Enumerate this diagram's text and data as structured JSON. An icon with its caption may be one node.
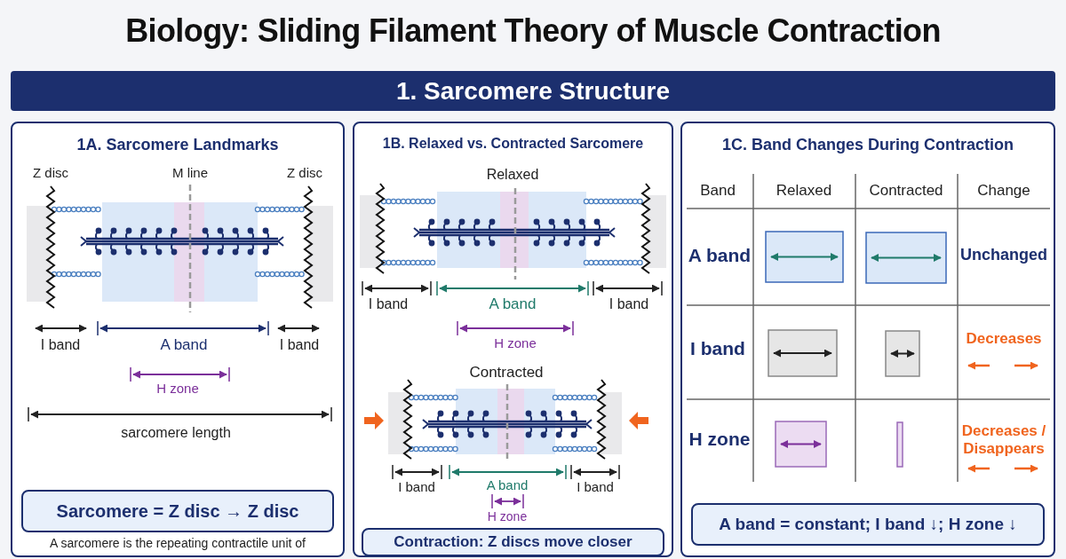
{
  "diagram": {
    "title": "Biology: Sliding Filament Theory of Muscle Contraction",
    "nodes": [
      {
        "text": [
          "1. Sarcomere Structure"
        ]
      },
      {
        "text": [
          "1A. Sarcomere Landmarks"
        ]
      },
      {
        "text": [
          "Sarcomere = Z disc → Z disc"
        ],
        "in": 1
      },
      {
        "text": [
          "1B. Relaxed vs. Contracted Sarcomere"
        ]
      },
      {
        "text": [
          "Contraction: Z discs move closer"
        ],
        "in": 3
      },
      {
        "text": [
          "1C. Band Changes During Contraction"
        ]
      },
      {
        "text": [
          "A band = constant; I band ↓; H zone ↓"
        ],
        "in": 5
      }
    ],
    "labels": [
      "Z disc",
      "M line",
      "Z disc",
      "I band",
      "A band",
      "I band",
      "H zone",
      "sarcomere length",
      "A sarcomere is the repeating contractile unit of",
      "Relaxed",
      "I band",
      "A band",
      "I band",
      "H zone",
      "Contracted",
      "I band",
      "A band",
      "I band",
      "H zone",
      "Band",
      "Relaxed",
      "Contracted",
      "Change",
      "A band",
      "Unchanged",
      "I band",
      "Decreases",
      "H zone",
      "Decreases / Disappears"
    ]
  }
}
